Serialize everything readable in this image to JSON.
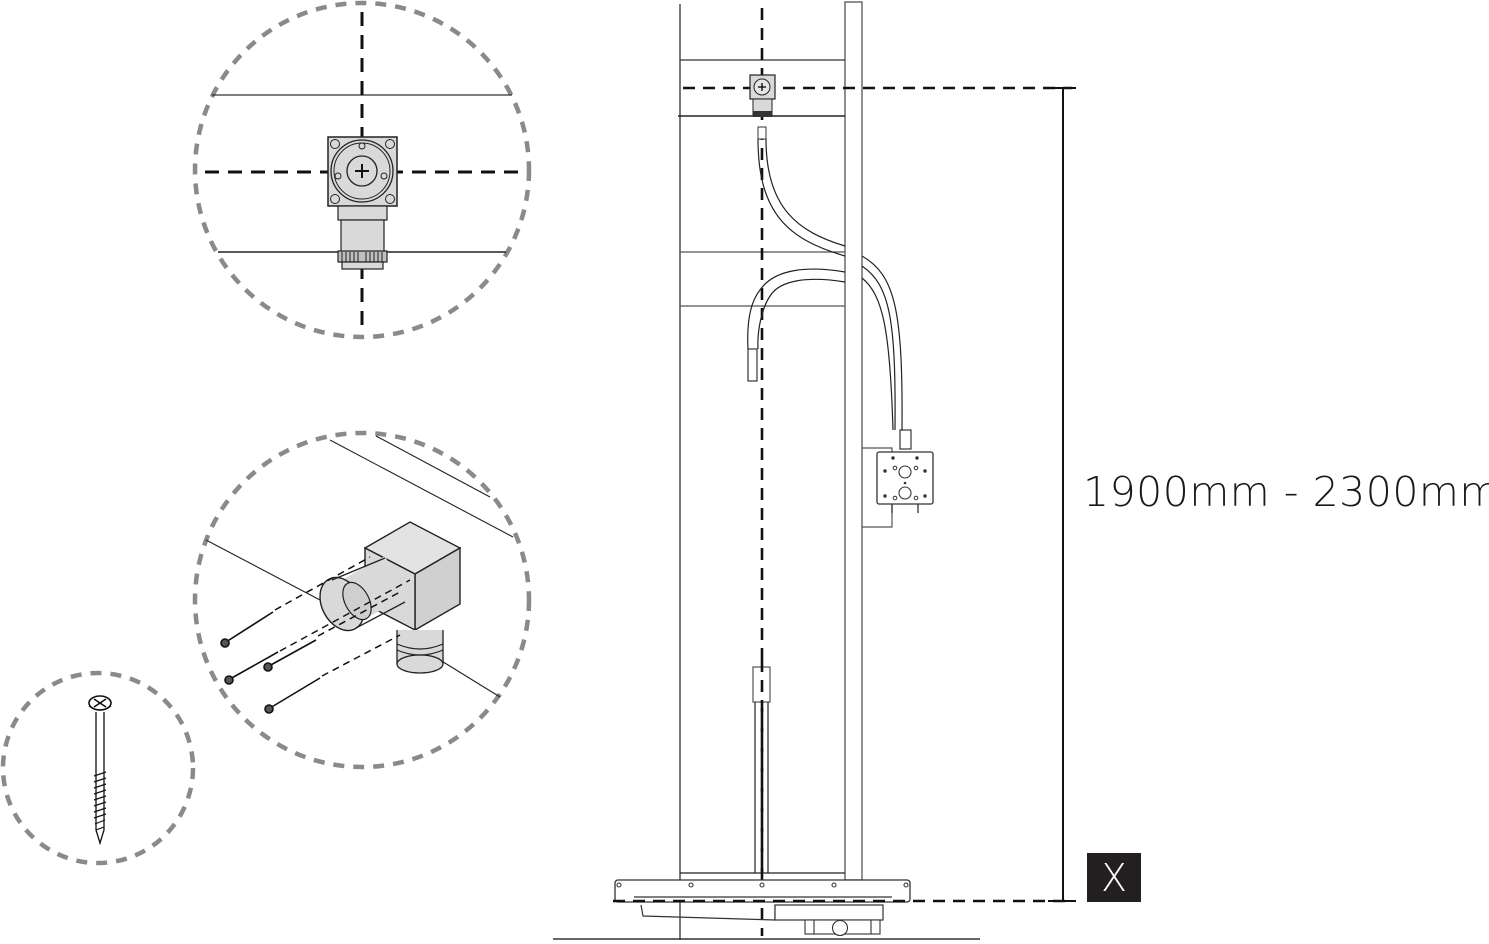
{
  "diagram": {
    "type": "installation-elevation",
    "colors": {
      "line": "#1a1a1a",
      "detail_circle": "#8a8a8a",
      "part_fill": "#d9d9d9",
      "marker_bg": "#231f20",
      "marker_text": "#ffffff"
    },
    "dimension": {
      "label": "1900mm - 2300mm",
      "from": "top-outlet-centerline",
      "to": "shower-tray-top"
    },
    "reference_marker": {
      "label": "X"
    },
    "detail_views": [
      {
        "id": "detail-outlet-front",
        "description": "Wall outlet elbow front view with centerline crosshair"
      },
      {
        "id": "detail-outlet-iso",
        "description": "Wall outlet elbow isometric view with 4 fixing screws"
      },
      {
        "id": "detail-screw",
        "description": "Single fixing screw"
      }
    ],
    "components": [
      "stud-frame",
      "vertical-centerline",
      "wall-outlet-elbow",
      "flexible-hose",
      "mixer-mounting-plate",
      "riser-pipe",
      "shower-tray",
      "floor-line"
    ]
  }
}
